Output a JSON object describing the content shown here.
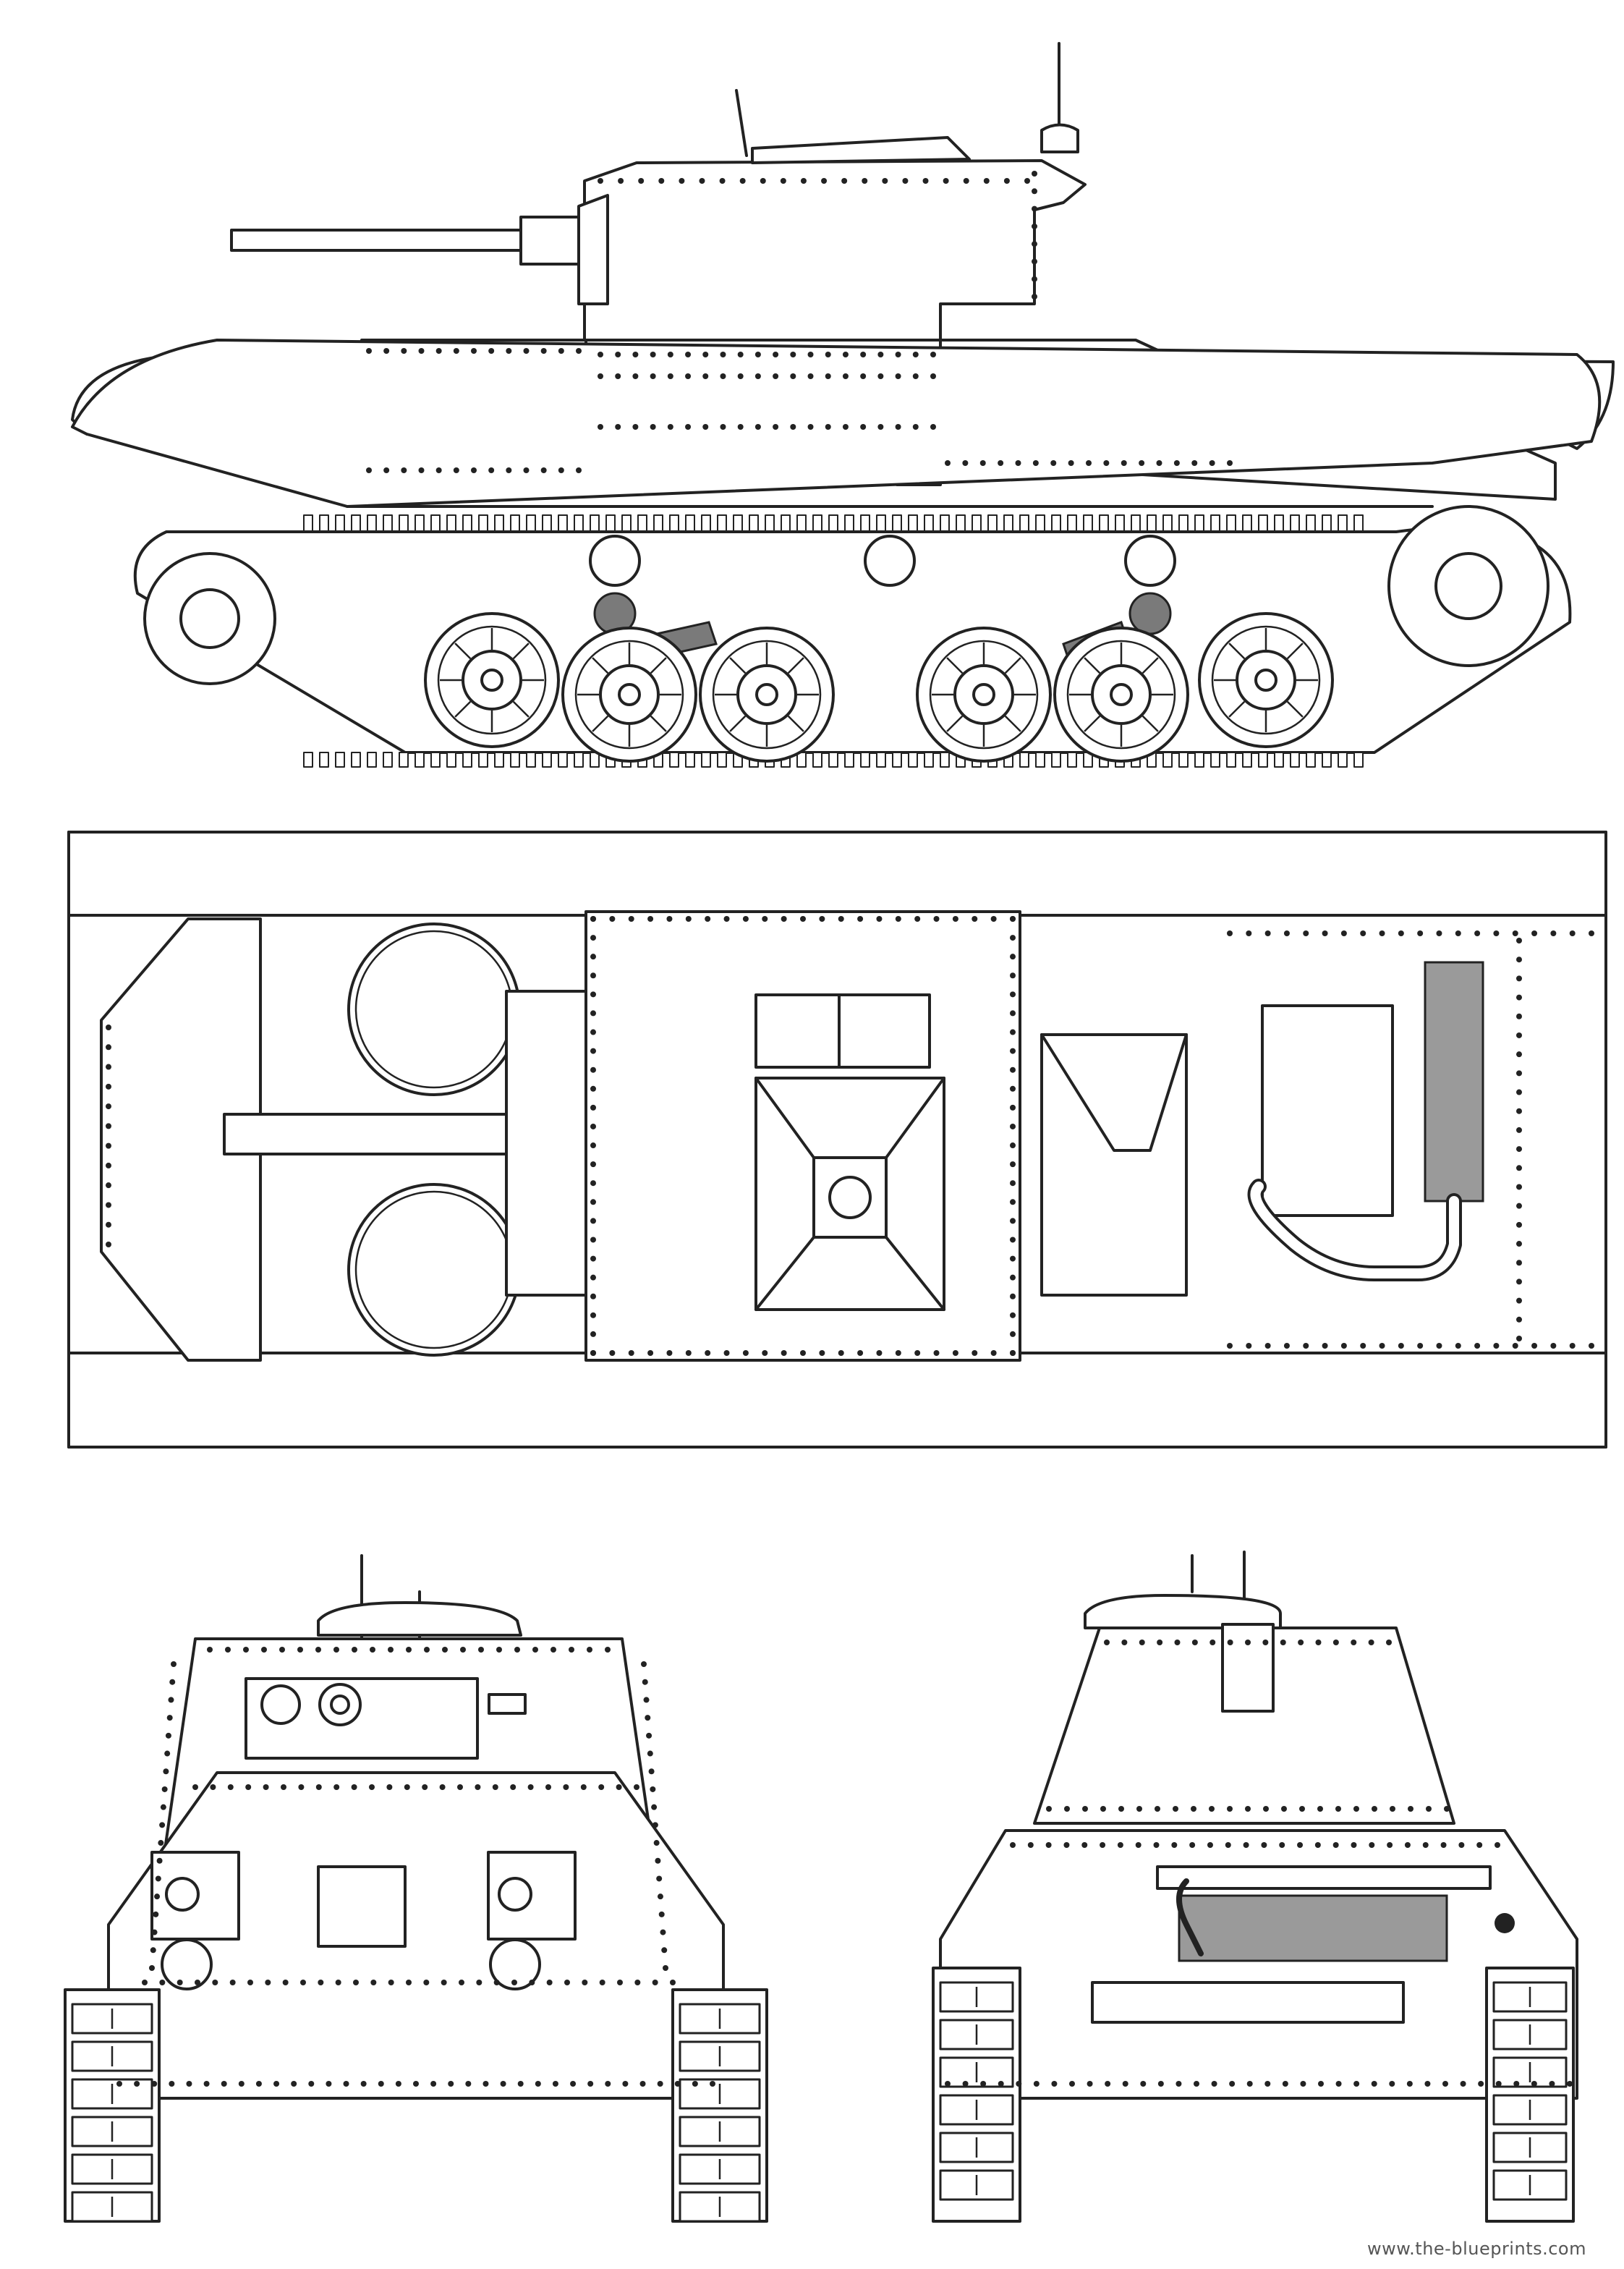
{
  "watermark": {
    "text": "www.the-blueprints.com"
  },
  "views": [
    {
      "id": "side-view",
      "icon": "tank-side-profile"
    },
    {
      "id": "top-view",
      "icon": "tank-top-plan"
    },
    {
      "id": "front-view",
      "icon": "tank-front-elevation"
    },
    {
      "id": "rear-view",
      "icon": "tank-rear-elevation"
    }
  ],
  "colors": {
    "line": "#222222",
    "background": "#ffffff",
    "shade": "#7a7a7a"
  }
}
